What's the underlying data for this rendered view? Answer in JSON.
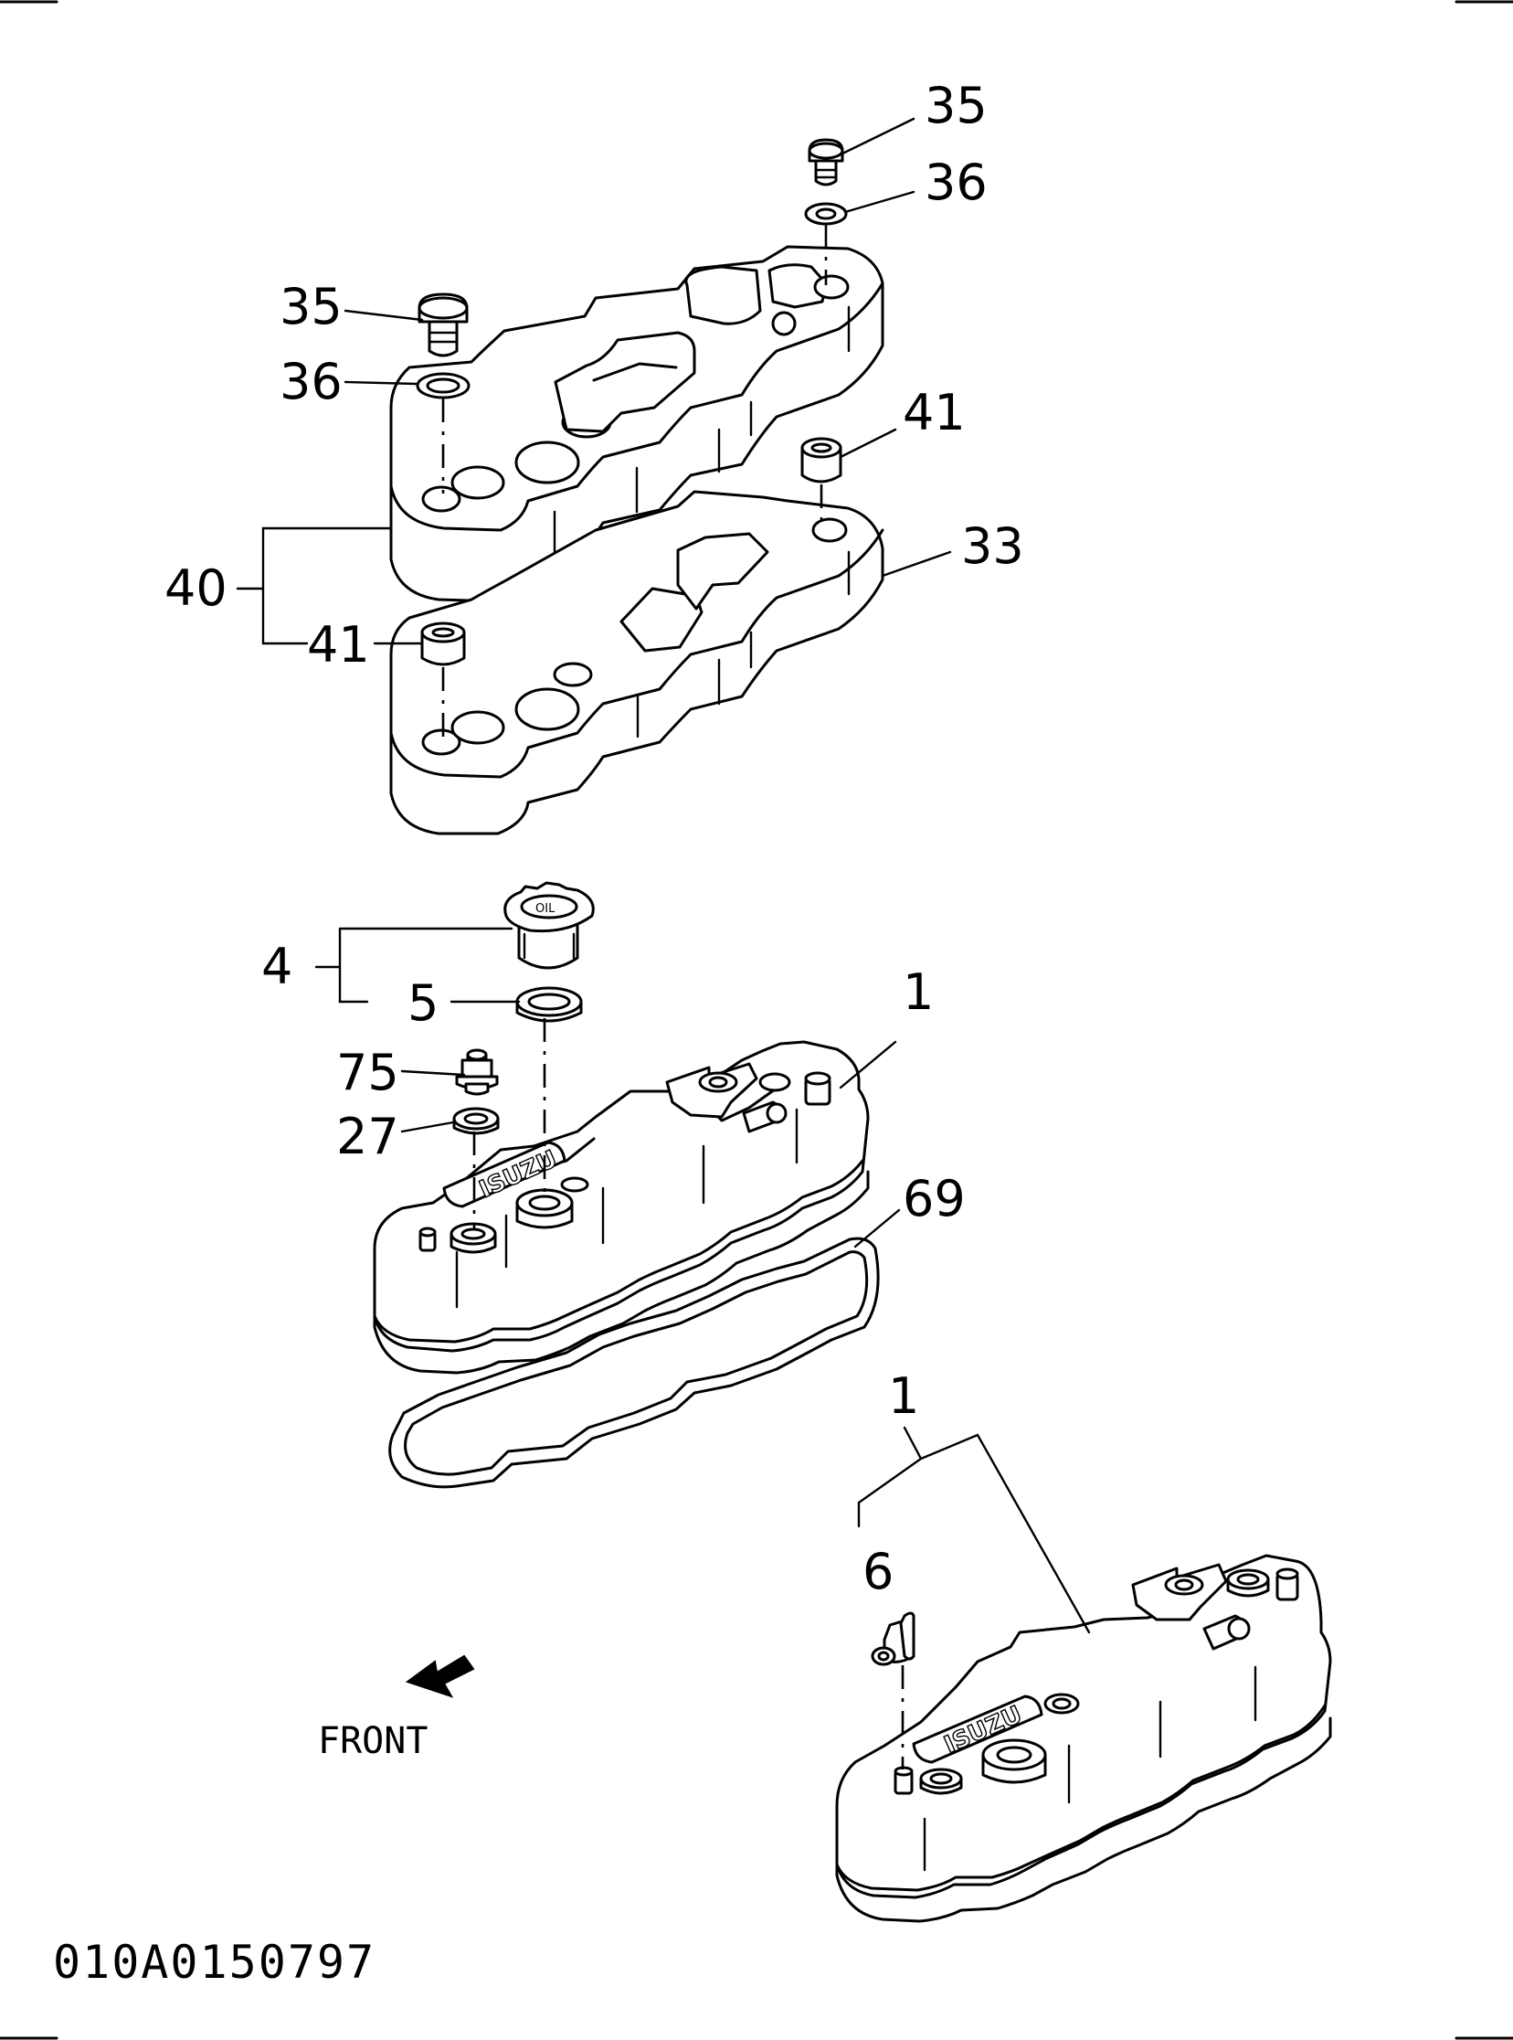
{
  "callouts": {
    "c35_top": "35",
    "c36_top": "36",
    "c35_left": "35",
    "c36_left": "36",
    "c41_right": "41",
    "c33": "33",
    "c40": "40",
    "c41_left": "41",
    "c4": "4",
    "c5": "5",
    "c1_main": "1",
    "c75": "75",
    "c27": "27",
    "c69": "69",
    "c1_lower": "1",
    "c6": "6"
  },
  "front_label": "FRONT",
  "drawing_code": "010A0150797",
  "brand_emboss": "ISUZU",
  "cap_marking": "OIL"
}
